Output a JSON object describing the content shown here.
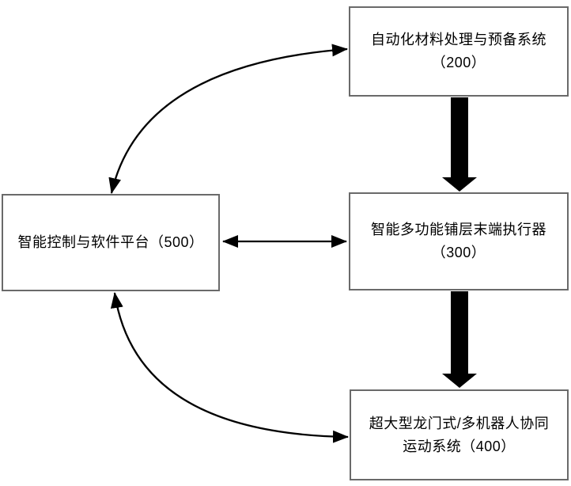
{
  "diagram": {
    "title": "",
    "colors": {
      "background": "#ffffff",
      "node_border": "#6a6a6a",
      "node_fill": "#ffffff",
      "arrow": "#000000",
      "text": "#000000"
    },
    "nodes": {
      "n200": {
        "line1": "自动化材料处理与预备系统",
        "line2": "（200）",
        "ref": "200"
      },
      "n300": {
        "line1": "智能多功能铺层末端执行器",
        "line2": "（300）",
        "ref": "300"
      },
      "n400": {
        "line1": "超大型龙门式/多机器人协同",
        "line2": "运动系统（400）",
        "ref": "400"
      },
      "n500": {
        "line1": "智能控制与软件平台（500）",
        "ref": "500"
      }
    },
    "edges": [
      {
        "from": "n500",
        "to": "n200",
        "style": "curved",
        "direction": "bidirectional"
      },
      {
        "from": "n200",
        "to": "n300",
        "style": "thick-block",
        "direction": "down"
      },
      {
        "from": "n500",
        "to": "n300",
        "style": "straight",
        "direction": "bidirectional"
      },
      {
        "from": "n300",
        "to": "n400",
        "style": "thick-block",
        "direction": "down"
      },
      {
        "from": "n500",
        "to": "n400",
        "style": "curved",
        "direction": "bidirectional"
      }
    ]
  }
}
